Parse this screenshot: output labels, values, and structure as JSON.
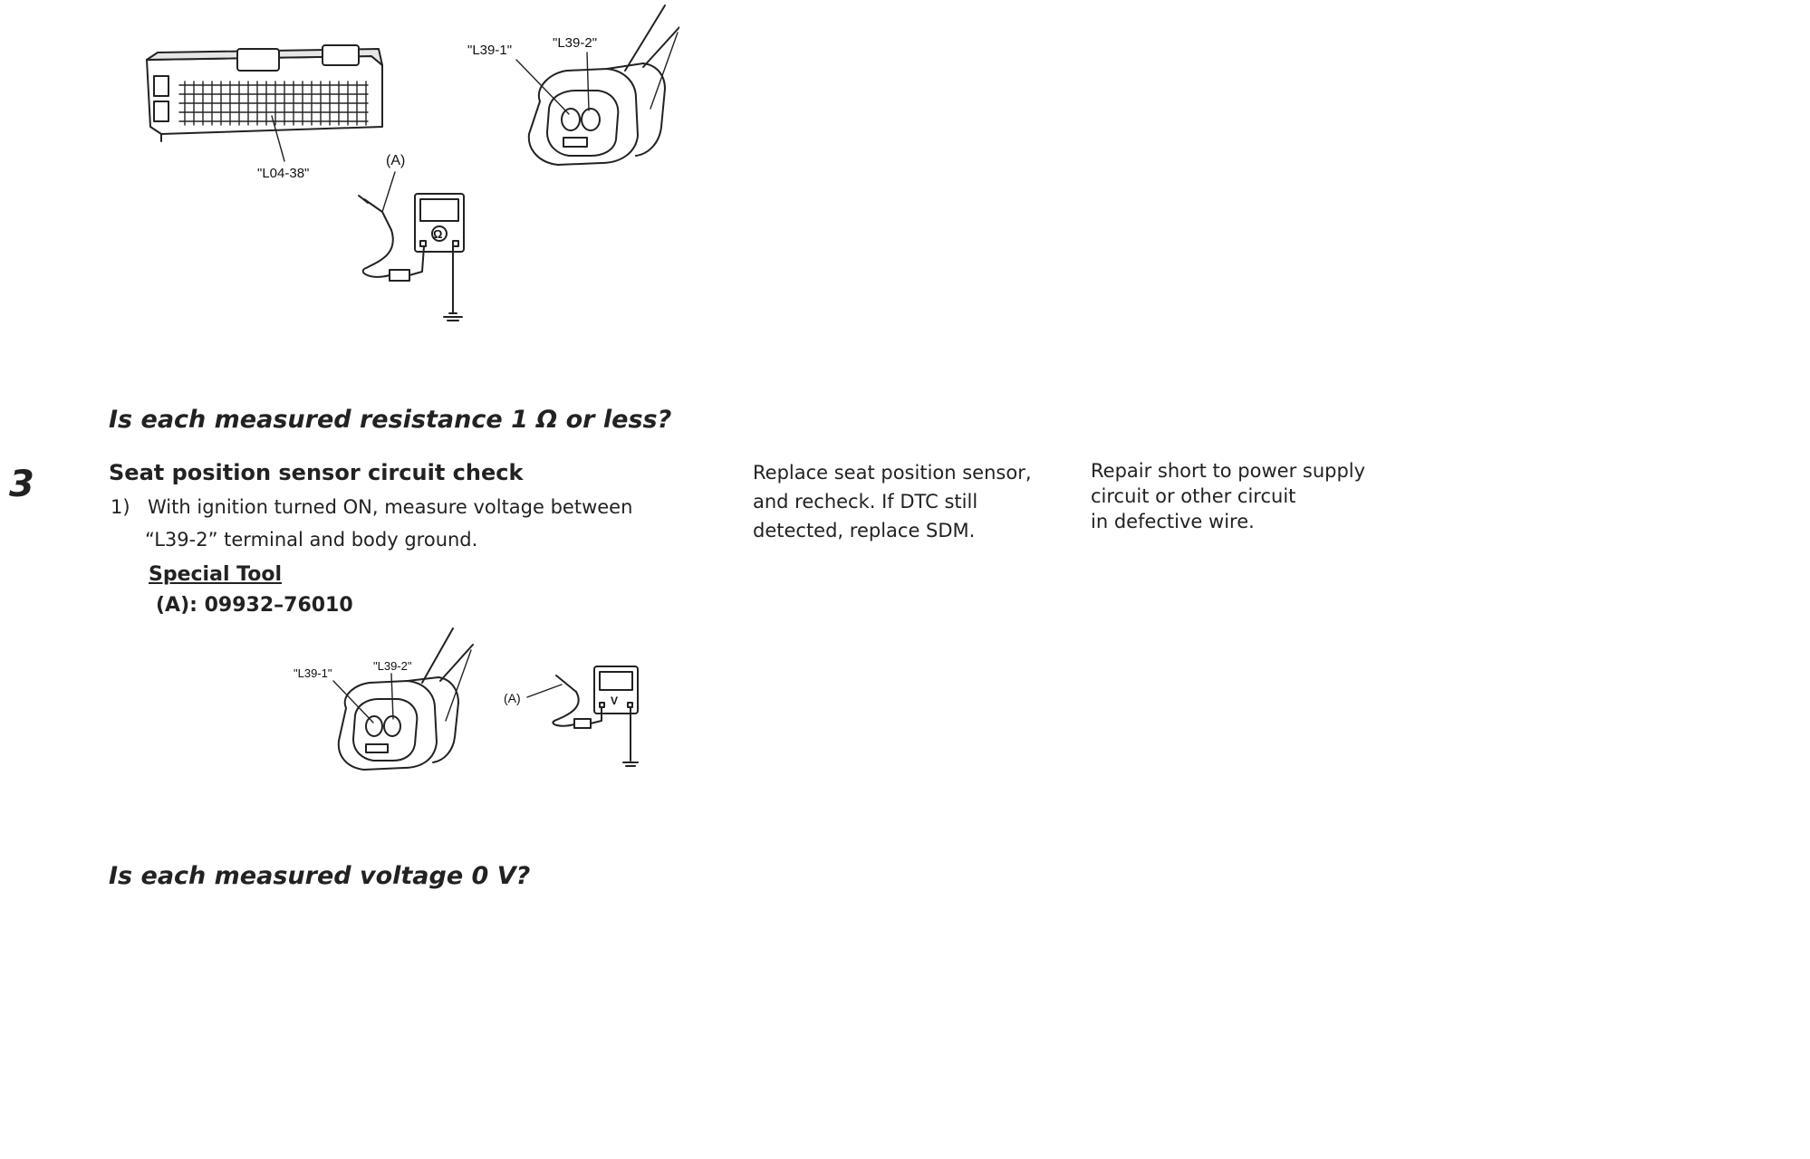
{
  "figure_top": {
    "connector_label": "\"L04-38\"",
    "terminal_1_label": "\"L39-1\"",
    "terminal_2_label": "\"L39-2\"",
    "tool_callout": "(A)",
    "meter_icon": "ohmmeter-icon"
  },
  "question_resistance": "Is each measured resistance 1 Ω or less?",
  "step3": {
    "number": "3",
    "title": "Seat position sensor circuit check",
    "instruction_number": "1)",
    "instruction_line_1": "With ignition turned ON, measure voltage between",
    "instruction_line_2": "“L39-2” terminal and body ground.",
    "special_tool_label": "Special Tool",
    "special_tool_value": "(A): 09932–76010",
    "figure": {
      "terminal_1_label": "\"L39-1\"",
      "terminal_2_label": "\"L39-2\"",
      "tool_callout": "(A)",
      "meter_icon": "voltmeter-icon"
    },
    "yes_action": "Replace seat position sensor,\n and recheck.  If DTC still\n detected, replace SDM.",
    "no_action": "Repair short to power supply\n circuit or other circuit\n in defective wire."
  },
  "question_voltage": "Is each measured voltage 0 V?"
}
